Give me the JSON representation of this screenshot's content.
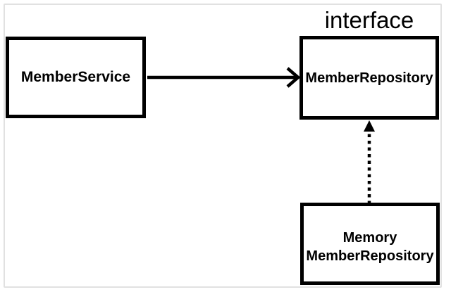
{
  "diagram": {
    "interface_label": "interface",
    "nodes": {
      "member_service": {
        "label": "MemberService"
      },
      "member_repository": {
        "label": "MemberRepository"
      },
      "memory_member_repository": {
        "label_line1": "Memory",
        "label_line2": "MemberRepository"
      }
    },
    "edges": {
      "dependency_arrow": "solid-arrow-member-service-to-member-repository",
      "implements_arrow": "dotted-arrow-memory-member-repository-to-member-repository"
    },
    "colors": {
      "background": "#ffffff",
      "box_border": "#000000",
      "text": "#000000",
      "arrow": "#000000",
      "frame_border": "#e1e1e1"
    }
  }
}
